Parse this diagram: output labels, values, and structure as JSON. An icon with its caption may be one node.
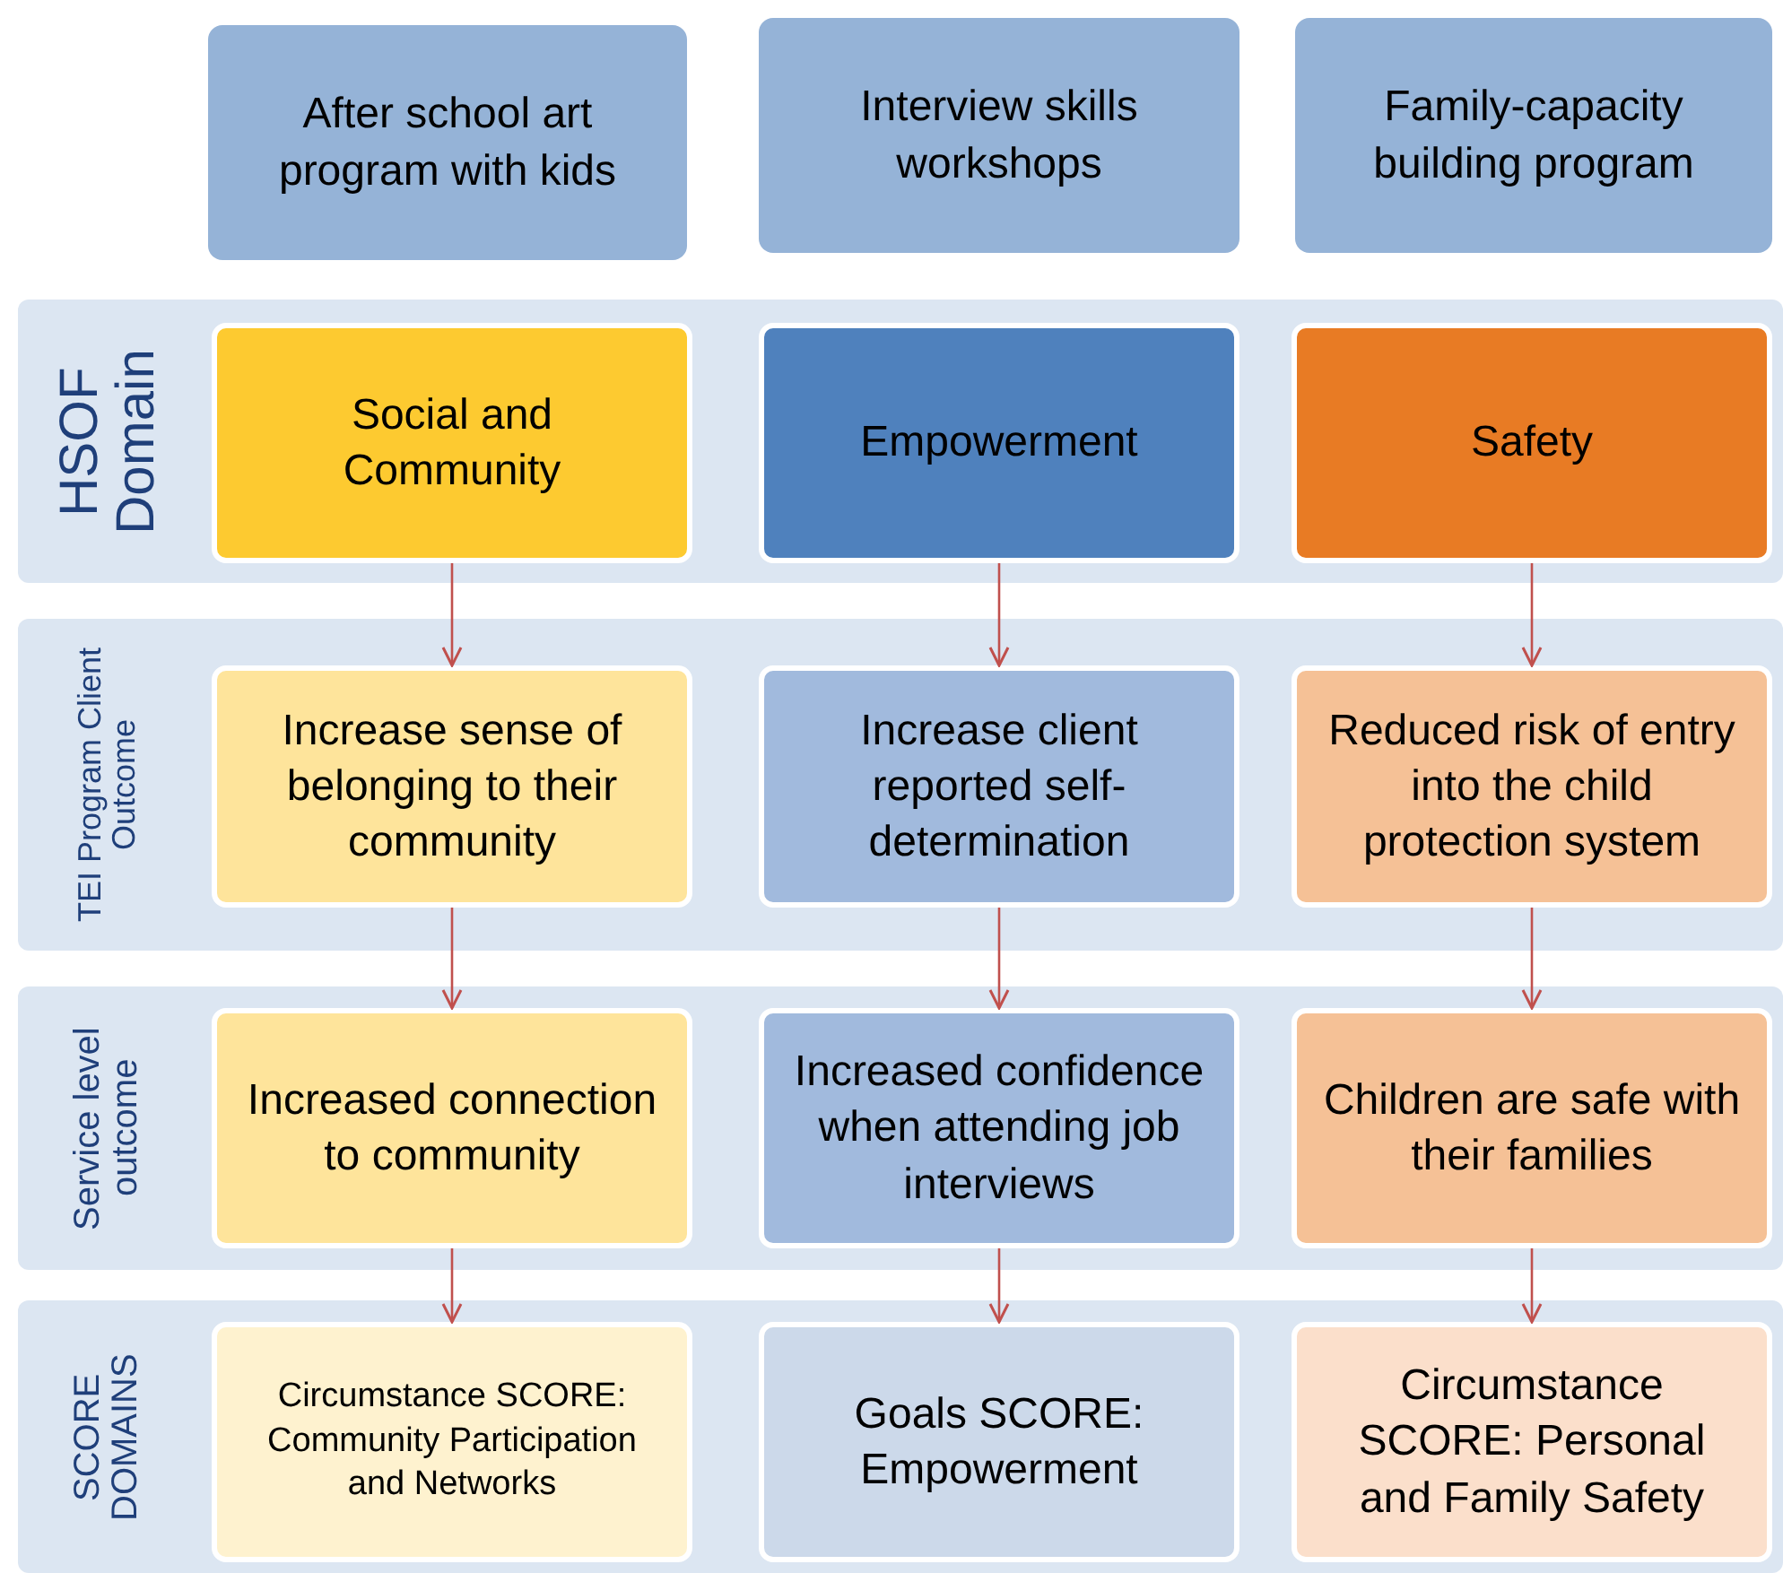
{
  "diagram": {
    "nodes": [
      {
        "text": [
          "After school art program with kids"
        ]
      },
      {
        "text": [
          "Interview skills workshops"
        ]
      },
      {
        "text": [
          "Family-capacity building program"
        ]
      },
      {
        "text": [
          "HSOF Domain"
        ]
      },
      {
        "text": [
          "Social and Community"
        ],
        "in": 3
      },
      {
        "text": [
          "Empowerment"
        ],
        "in": 3
      },
      {
        "text": [
          "Safety"
        ],
        "in": 3
      },
      {
        "text": [
          "TEI Program Client Outcome"
        ]
      },
      {
        "text": [
          "Increase sense of belonging to their community"
        ],
        "in": 7
      },
      {
        "text": [
          "Increase client reported self-determination"
        ],
        "in": 7
      },
      {
        "text": [
          "Reduced risk of entry into the child protection system"
        ],
        "in": 7
      },
      {
        "text": [
          "Service level outcome"
        ]
      },
      {
        "text": [
          "Increased connection to community"
        ],
        "in": 11
      },
      {
        "text": [
          "Increased confidence when attending job interviews"
        ],
        "in": 11
      },
      {
        "text": [
          "Children are safe with their families"
        ],
        "in": 11
      },
      {
        "text": [
          "SCORE DOMAINS"
        ]
      },
      {
        "text": [
          "Circumstance SCORE: Community Participation and Networks"
        ],
        "in": 15
      },
      {
        "text": [
          "Goals SCORE: Empowerment"
        ],
        "in": 15
      },
      {
        "text": [
          "Circumstance SCORE: Personal and Family Safety"
        ],
        "in": 15
      }
    ],
    "edges": [
      {
        "from": 4,
        "to": 8,
        "arrow": "to"
      },
      {
        "from": 5,
        "to": 9,
        "arrow": "to"
      },
      {
        "from": 6,
        "to": 10,
        "arrow": "to"
      },
      {
        "from": 8,
        "to": 12,
        "arrow": "to"
      },
      {
        "from": 9,
        "to": 13,
        "arrow": "to"
      },
      {
        "from": 10,
        "to": 14,
        "arrow": "to"
      },
      {
        "from": 12,
        "to": 16,
        "arrow": "to"
      },
      {
        "from": 13,
        "to": 17,
        "arrow": "to"
      },
      {
        "from": 14,
        "to": 18,
        "arrow": "to"
      }
    ]
  }
}
